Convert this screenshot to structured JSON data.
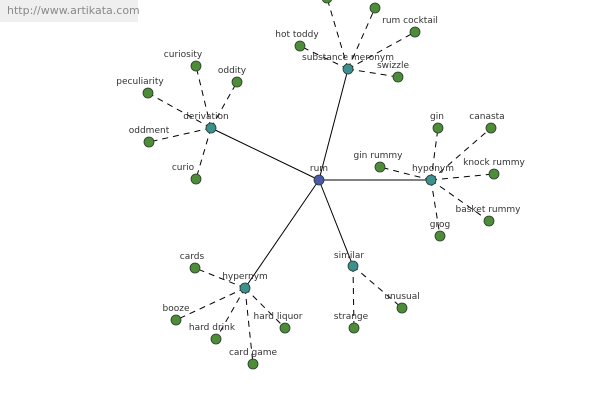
{
  "watermark": "http://www.artikata.com",
  "colors": {
    "root": "#4a5aa8",
    "relation": "#3d9090",
    "leaf": "#4e8c3a",
    "node_stroke": "#2a3a2a",
    "edge": "#000000",
    "label": "#333333"
  },
  "root": {
    "id": "rum",
    "label": "rum"
  },
  "relations": [
    {
      "id": "substance-meronym",
      "label": "substance meronym"
    },
    {
      "id": "derivation",
      "label": "derivation"
    },
    {
      "id": "hyponym",
      "label": "hyponym"
    },
    {
      "id": "hypernym",
      "label": "hypernym"
    },
    {
      "id": "similar",
      "label": "similar"
    }
  ],
  "leaves": [
    {
      "id": "sm-top-1",
      "parent": "substance-meronym",
      "label": ""
    },
    {
      "id": "sm-top-2",
      "parent": "substance-meronym",
      "label": ""
    },
    {
      "id": "rum-cocktail",
      "parent": "substance-meronym",
      "label": "rum cocktail"
    },
    {
      "id": "hot-toddy",
      "parent": "substance-meronym",
      "label": "hot toddy"
    },
    {
      "id": "swizzle",
      "parent": "substance-meronym",
      "label": "swizzle"
    },
    {
      "id": "curiosity",
      "parent": "derivation",
      "label": "curiosity"
    },
    {
      "id": "oddity",
      "parent": "derivation",
      "label": "oddity"
    },
    {
      "id": "peculiarity",
      "parent": "derivation",
      "label": "peculiarity"
    },
    {
      "id": "oddment",
      "parent": "derivation",
      "label": "oddment"
    },
    {
      "id": "curio",
      "parent": "derivation",
      "label": "curio"
    },
    {
      "id": "gin",
      "parent": "hyponym",
      "label": "gin"
    },
    {
      "id": "canasta",
      "parent": "hyponym",
      "label": "canasta"
    },
    {
      "id": "gin-rummy",
      "parent": "hyponym",
      "label": "gin rummy"
    },
    {
      "id": "knock-rummy",
      "parent": "hyponym",
      "label": "knock rummy"
    },
    {
      "id": "basket-rummy",
      "parent": "hyponym",
      "label": "basket rummy"
    },
    {
      "id": "grog",
      "parent": "hyponym",
      "label": "grog"
    },
    {
      "id": "cards",
      "parent": "hypernym",
      "label": "cards"
    },
    {
      "id": "booze",
      "parent": "hypernym",
      "label": "booze"
    },
    {
      "id": "hard-drink",
      "parent": "hypernym",
      "label": "hard drink"
    },
    {
      "id": "hard-liquor",
      "parent": "hypernym",
      "label": "hard liquor"
    },
    {
      "id": "card-game",
      "parent": "hypernym",
      "label": "card game"
    },
    {
      "id": "unusual",
      "parent": "similar",
      "label": "unusual"
    },
    {
      "id": "strange",
      "parent": "similar",
      "label": "strange"
    }
  ]
}
